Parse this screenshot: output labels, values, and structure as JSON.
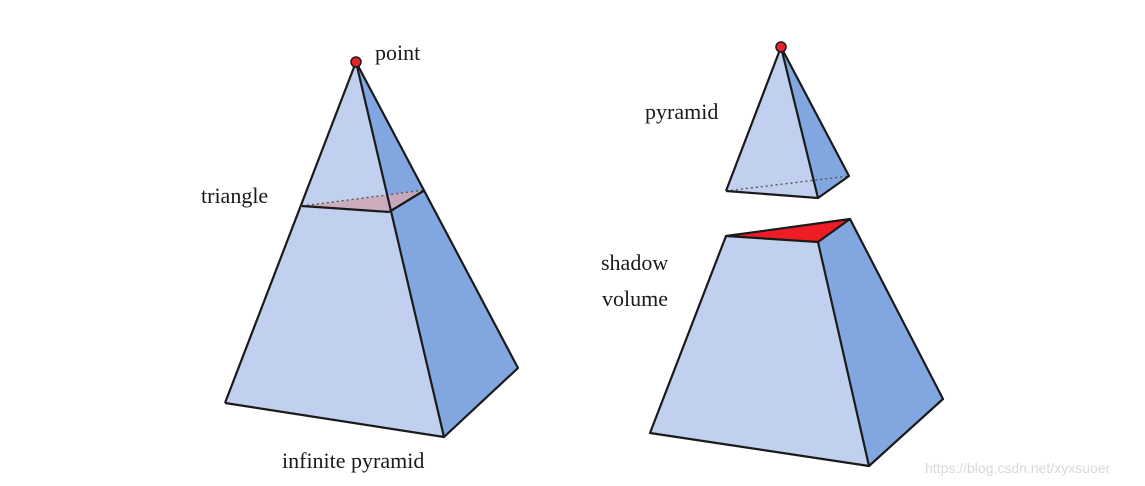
{
  "diagram": {
    "left": {
      "labels": {
        "point": "point",
        "triangle": "triangle",
        "infinite_pyramid": "infinite pyramid"
      }
    },
    "right": {
      "labels": {
        "pyramid": "pyramid",
        "shadow": "shadow",
        "volume": "volume"
      }
    }
  },
  "watermark": "https://blog.csdn.net/xyxsuoer",
  "colors": {
    "face_light": "#c0d0ee",
    "face_dark": "#82a7e0",
    "triangle_tint": "#cda9b8",
    "shadow_triangle": "#ee1c24",
    "outline": "#1a1a1a",
    "point_fill": "#e8212a"
  }
}
